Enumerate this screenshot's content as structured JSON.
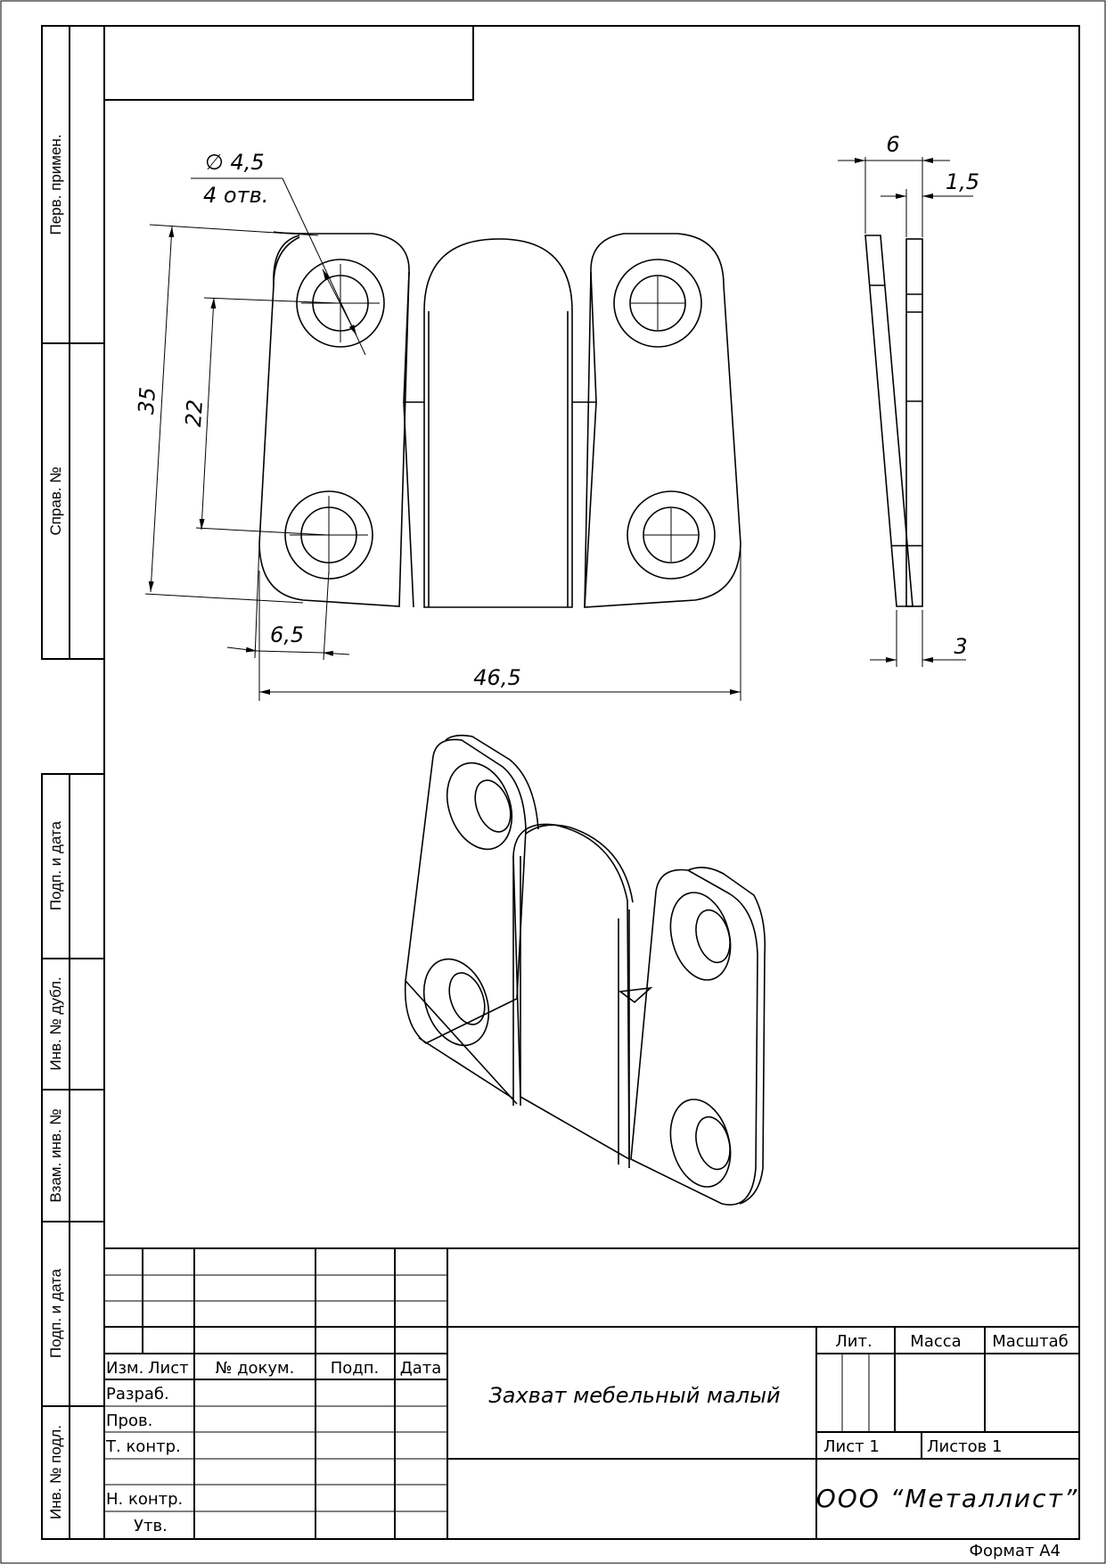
{
  "side_labels": {
    "perv_primen": "Перв. примен.",
    "sprav_no": "Справ. №",
    "podp_data_1": "Подп. и дата",
    "inv_dubl": "Инв. № дубл.",
    "vzam_inv": "Взам. инв. №",
    "podp_data_2": "Подп. и дата",
    "inv_podl": "Инв. № подл."
  },
  "dimensions": {
    "hole_diameter": "∅ 4,5",
    "hole_count": "4 отв.",
    "height_overall": "35",
    "hole_spacing": "22",
    "edge_offset": "6,5",
    "width_overall": "46,5",
    "depth": "6",
    "thickness": "1,5",
    "bottom_offset": "3"
  },
  "title_block": {
    "col_izm": "Изм.",
    "col_list": "Лист",
    "col_dokum": "№ докум.",
    "col_podp": "Подп.",
    "col_data": "Дата",
    "row_razrab": "Разраб.",
    "row_prov": "Пров.",
    "row_tkontr": "Т. контр.",
    "row_nkontr": "Н. контр.",
    "row_utv": "Утв.",
    "lit": "Лит.",
    "massa": "Масса",
    "masshtab": "Масштаб",
    "sheet": "Лист 1",
    "sheets": "Листов 1",
    "product_name": "Захват мебельный малый",
    "company": "ООО “Металлист”",
    "format": "Формат А4"
  }
}
